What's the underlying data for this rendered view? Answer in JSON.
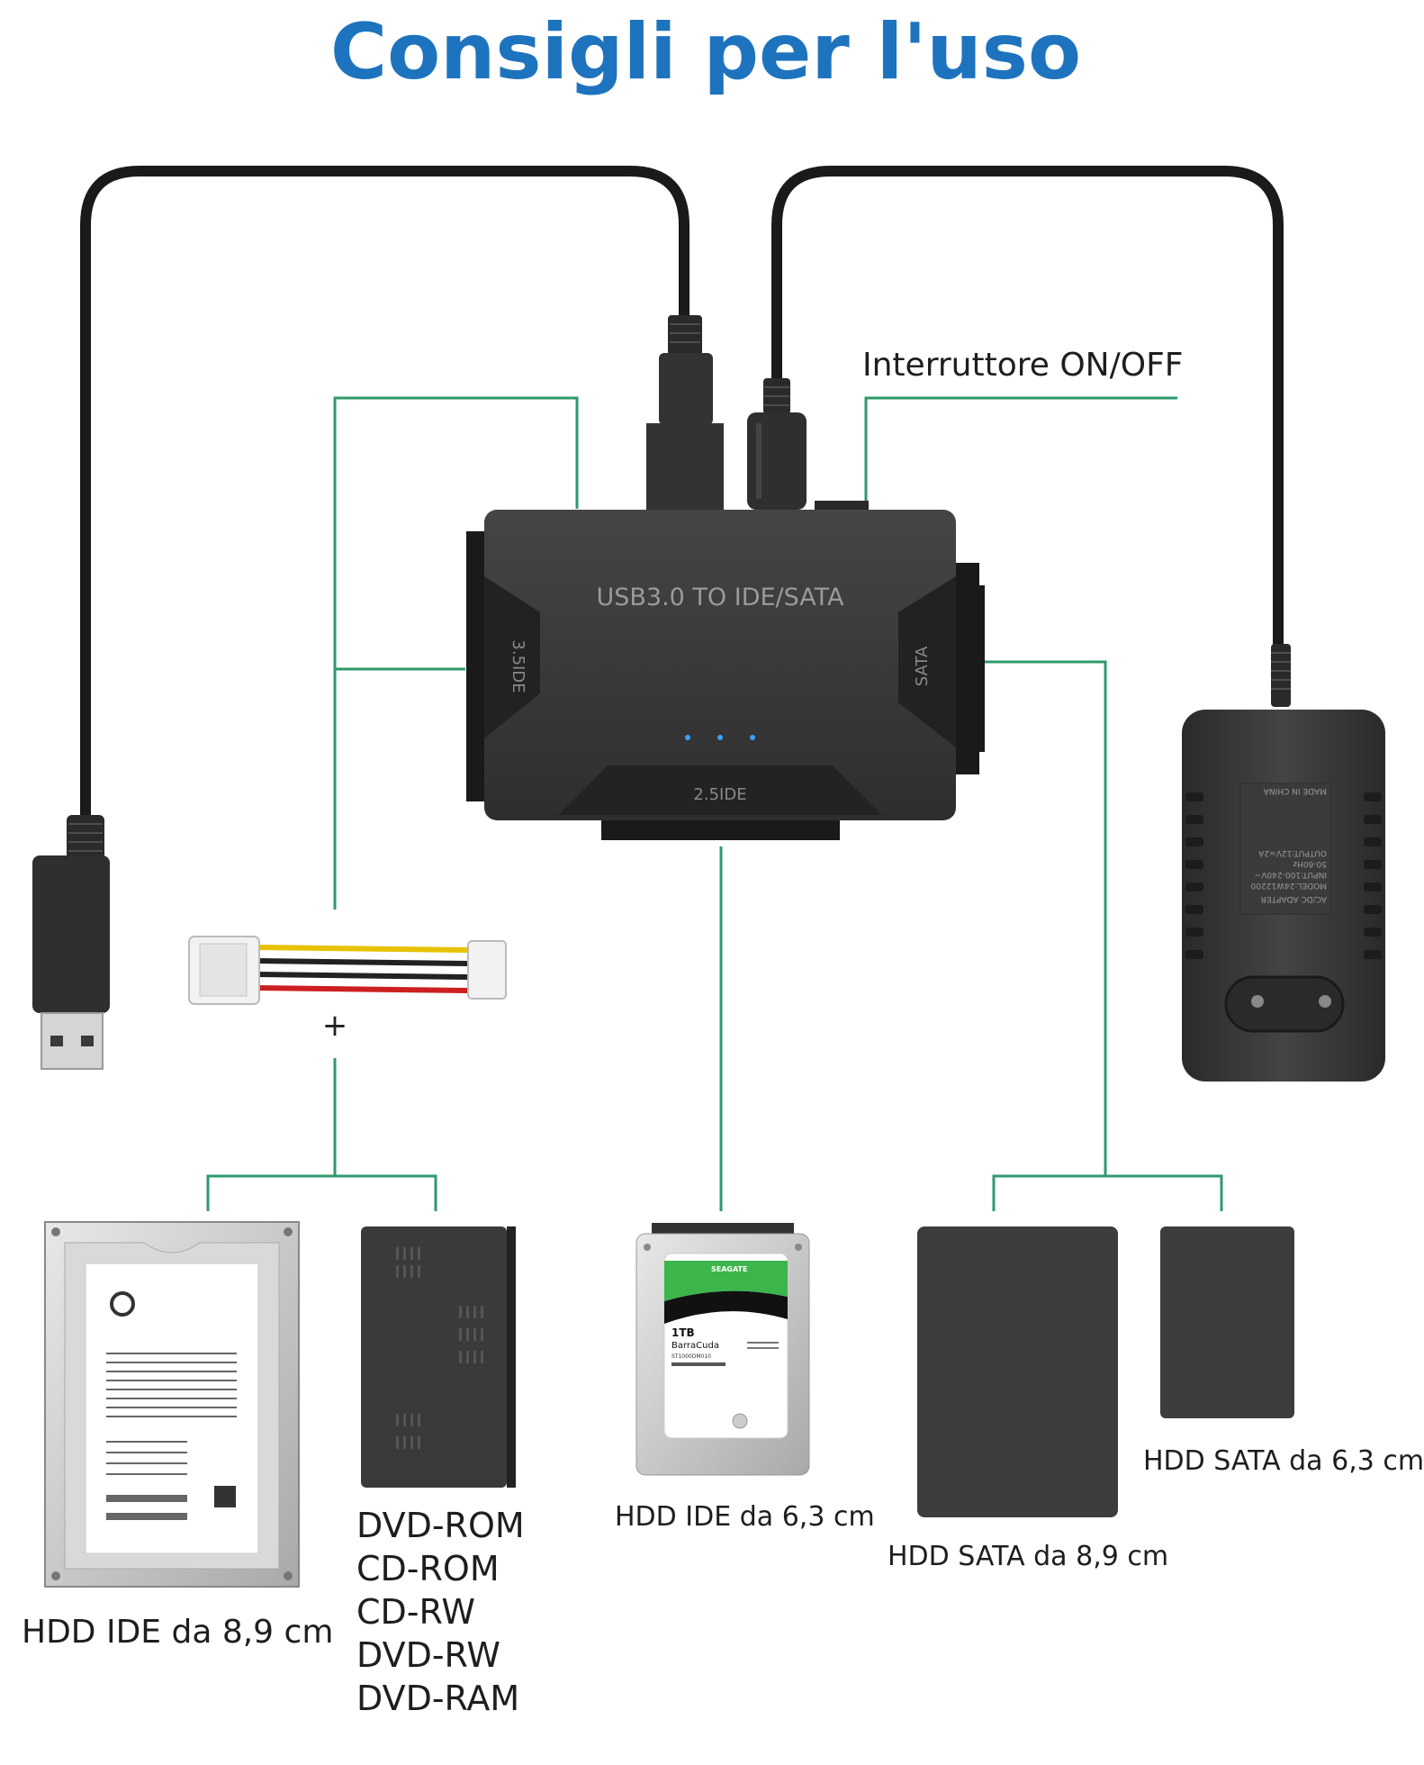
{
  "title": "Consigli per l'uso",
  "switch_label": "Interruttore ON/OFF",
  "adapter": {
    "label": "USB3.0 TO IDE/SATA",
    "port_left": "3.5IDE",
    "port_right": "SATA",
    "port_bottom": "2.5IDE"
  },
  "plus_sign": "+",
  "power_adapter": {
    "text": [
      "AC/DC ADAPTER",
      "MODEL:24W12200",
      "INPUT:100-240V~",
      "50-60Hz",
      "OUTPUT:12V=2A",
      "MADE IN CHINA"
    ]
  },
  "drive_3_5_ide": {
    "label": "HDD IDE da 8,9 cm"
  },
  "optical_drive": {
    "options": [
      "DVD-ROM",
      "CD-ROM",
      "CD-RW",
      "DVD-RW",
      "DVD-RAM"
    ]
  },
  "drive_2_5_ide": {
    "label": "HDD IDE da 6,3 cm",
    "brand": "SEAGATE",
    "capacity": "1TB",
    "model": "BarraCuda",
    "part": "ST1000DM010"
  },
  "drive_3_5_sata": {
    "label": "HDD SATA da 8,9 cm"
  },
  "drive_2_5_sata": {
    "label": "HDD SATA da 6,3 cm"
  },
  "colors": {
    "title": "#1e73be",
    "connector_lines": "#2e9a6b",
    "device_body": "#3a3a3a",
    "cable": "#1a1a1a",
    "led": "#3aa0ff"
  }
}
